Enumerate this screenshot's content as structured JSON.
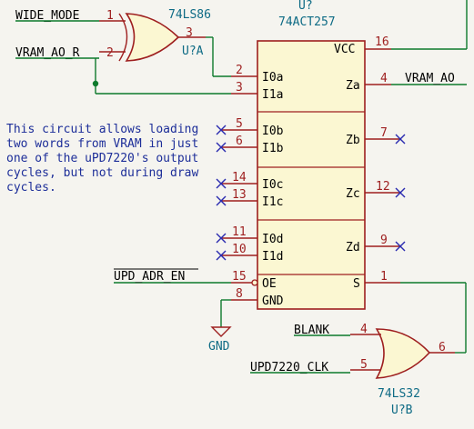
{
  "nets": {
    "wide_mode": "WIDE_MODE",
    "vram_a0_r": "VRAM_AO_R",
    "vram_a0": "VRAM_AO",
    "upd_adr_en": "UPD_ADR_EN",
    "blank": "BLANK",
    "upd_clk": "UPD7220_CLK",
    "gnd": "GND"
  },
  "xor_gate": {
    "part": "74LS86",
    "ref": "U?A",
    "pin_in1": "1",
    "pin_in2": "2",
    "pin_out": "3"
  },
  "or_gate": {
    "part": "74LS32",
    "ref": "U?B",
    "pin_in1": "4",
    "pin_in2": "5",
    "pin_out": "6"
  },
  "mux": {
    "ref": "U?",
    "part": "74ACT257",
    "pins": {
      "vcc": {
        "name": "VCC",
        "num": "16"
      },
      "i0a": {
        "name": "I0a",
        "num": "2"
      },
      "i1a": {
        "name": "I1a",
        "num": "3"
      },
      "za": {
        "name": "Za",
        "num": "4"
      },
      "i0b": {
        "name": "I0b",
        "num": "5"
      },
      "i1b": {
        "name": "I1b",
        "num": "6"
      },
      "zb": {
        "name": "Zb",
        "num": "7"
      },
      "i0c": {
        "name": "I0c",
        "num": "14"
      },
      "i1c": {
        "name": "I1c",
        "num": "13"
      },
      "zc": {
        "name": "Zc",
        "num": "12"
      },
      "i0d": {
        "name": "I0d",
        "num": "11"
      },
      "i1d": {
        "name": "I1d",
        "num": "10"
      },
      "zd": {
        "name": "Zd",
        "num": "9"
      },
      "oe": {
        "name": "OE",
        "num": "15"
      },
      "gnd": {
        "name": "GND",
        "num": "8"
      },
      "s": {
        "name": "S",
        "num": "1"
      }
    }
  },
  "note": {
    "line1": "This circuit allows loading",
    "line2": "two words from VRAM in just",
    "line3": "one of the uPD7220's output",
    "line4": "cycles, but not during draw",
    "line5": "cycles."
  },
  "colors": {
    "wire": "#0d7a2c",
    "pin": "#9e1f1f",
    "body_fill": "#fbf7d2",
    "ref": "#0e6b85",
    "note": "#1d2e99"
  }
}
